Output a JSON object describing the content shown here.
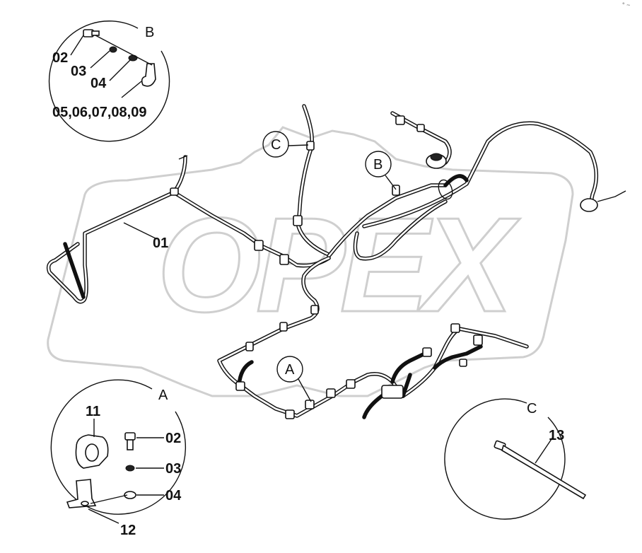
{
  "watermark": {
    "brand": "OPEX"
  },
  "corner_mark": "° ~",
  "detail_b": {
    "title": "B",
    "labels": [
      "02",
      "03",
      "04",
      "05,06,07,08,09"
    ]
  },
  "detail_a": {
    "title": "A",
    "labels": [
      "11",
      "02",
      "03",
      "04",
      "12"
    ]
  },
  "detail_c": {
    "title": "C",
    "labels": [
      "13"
    ]
  },
  "main": {
    "part_label": "01",
    "callouts": [
      "C",
      "B",
      "A"
    ]
  }
}
